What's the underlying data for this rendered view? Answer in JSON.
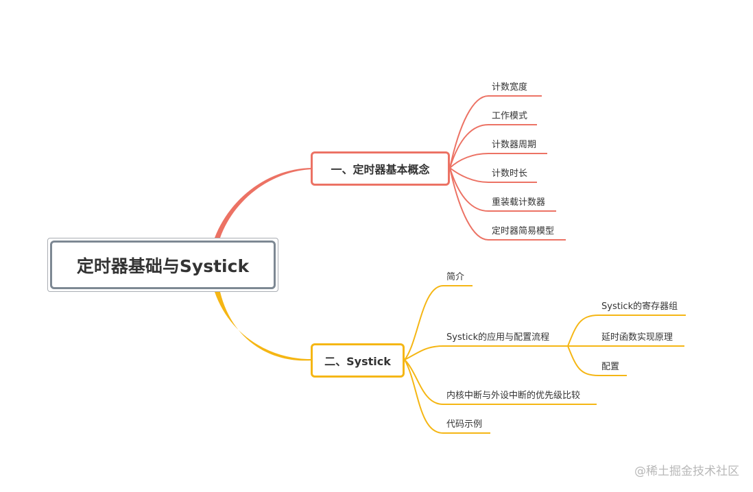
{
  "root": {
    "label": "定时器基础与Systick"
  },
  "branch1": {
    "label": "一、定时器基本概念",
    "color": "#ec7264",
    "children": [
      "计数宽度",
      "工作模式",
      "计数器周期",
      "计数时长",
      "重装载计数器",
      "定时器简易模型"
    ]
  },
  "branch2": {
    "label": "二、Systick",
    "color": "#f5b614",
    "children": [
      {
        "label": "简介"
      },
      {
        "label": "Systick的应用与配置流程",
        "children": [
          "Systick的寄存器组",
          "延时函数实现原理",
          "配置"
        ]
      },
      {
        "label": "内核中断与外设中断的优先级比较"
      },
      {
        "label": "代码示例"
      }
    ]
  },
  "watermark": "@稀土掘金技术社区"
}
